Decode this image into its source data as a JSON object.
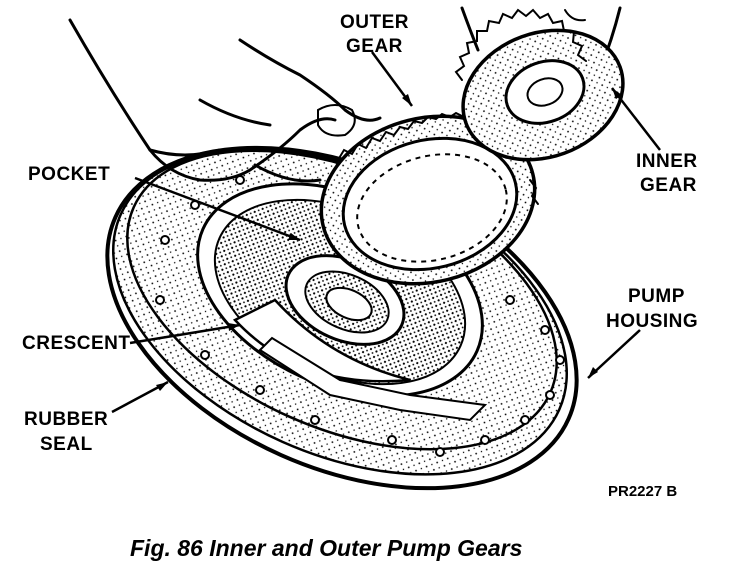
{
  "labels": {
    "outer_gear_line1": "OUTER",
    "outer_gear_line2": "GEAR",
    "inner_gear_line1": "INNER",
    "inner_gear_line2": "GEAR",
    "pocket": "POCKET",
    "crescent": "CRESCENT",
    "pump_housing_line1": "PUMP",
    "pump_housing_line2": "HOUSING",
    "rubber_seal_line1": "RUBBER",
    "rubber_seal_line2": "SEAL"
  },
  "figure_code": "PR2227 B",
  "caption": "Fig. 86 Inner and Outer Pump Gears",
  "colors": {
    "ink": "#000000",
    "paper": "#ffffff",
    "shade": "#8a8a8a"
  }
}
